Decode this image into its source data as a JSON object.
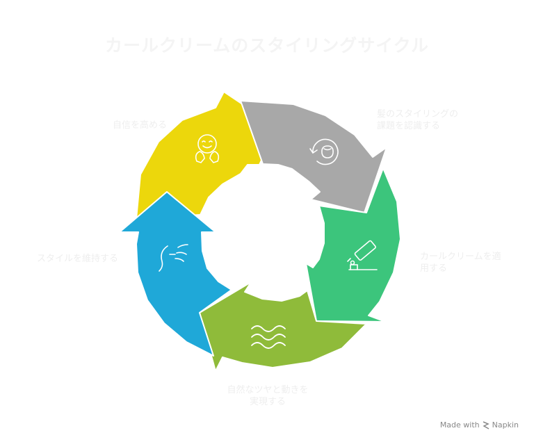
{
  "title": "カールクリームのスタイリングサイクル",
  "stages": [
    {
      "label_lines": [
        "自信を高める"
      ],
      "color": "#ecd70c",
      "icon": "happy-face-icon"
    },
    {
      "label_lines": [
        "髪のスタイリングの",
        "課題を認識する"
      ],
      "color": "#a8a8a8",
      "icon": "refresh-head-icon"
    },
    {
      "label_lines": [
        "カールクリームを適",
        "用する"
      ],
      "color": "#3cc57c",
      "icon": "toothbrush-tube-icon"
    },
    {
      "label_lines": [
        "自然なツヤと動きを",
        "実現する"
      ],
      "color": "#8fbb3a",
      "icon": "waves-icon"
    },
    {
      "label_lines": [
        "スタイルを維持する"
      ],
      "color": "#1fa8d8",
      "icon": "blowing-face-icon"
    }
  ],
  "brand": {
    "prefix": "Made with",
    "name": "Napkin"
  }
}
